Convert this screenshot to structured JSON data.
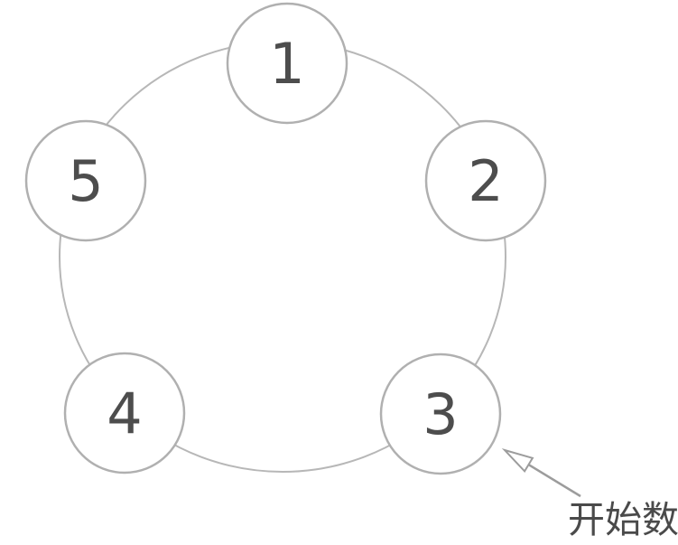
{
  "diagram": {
    "type": "circle-of-nodes",
    "nodes": [
      {
        "label": "1"
      },
      {
        "label": "2"
      },
      {
        "label": "3"
      },
      {
        "label": "4"
      },
      {
        "label": "5"
      }
    ],
    "annotation": {
      "label": "开始数",
      "points_to_node": "3"
    },
    "colors": {
      "background": "#ffffff",
      "ring_stroke": "#b7b7b7",
      "node_stroke": "#b0b0b0",
      "node_fill": "#ffffff",
      "number_text": "#4d4d4d",
      "arrow": "#9c9c9c",
      "annotation_text": "#4a4a4a"
    }
  }
}
